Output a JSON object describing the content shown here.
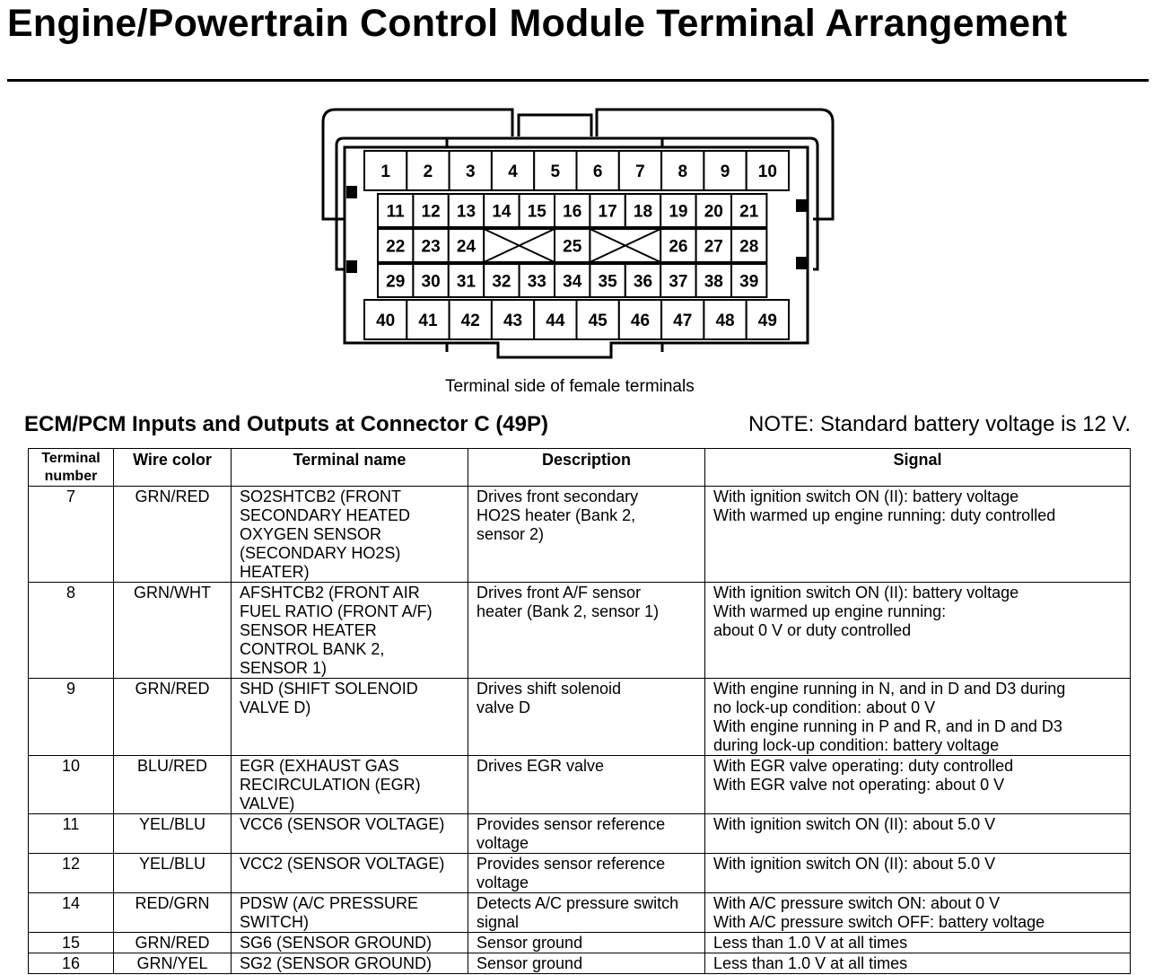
{
  "page": {
    "title": "Engine/Powertrain Control Module Terminal Arrangement",
    "diagram_caption": "Terminal side of female terminals",
    "section_title": "ECM/PCM Inputs and Outputs at Connector C (49P)",
    "note": "NOTE: Standard battery voltage is 12 V."
  },
  "connector": {
    "row1": [
      "1",
      "2",
      "3",
      "4",
      "5",
      "6",
      "7",
      "8",
      "9",
      "10"
    ],
    "row2": [
      "11",
      "12",
      "13",
      "14",
      "15",
      "16",
      "17",
      "18",
      "19",
      "20",
      "21"
    ],
    "row3": [
      "22",
      "23",
      "24",
      "",
      "25",
      "",
      "26",
      "27",
      "28"
    ],
    "row4": [
      "29",
      "30",
      "31",
      "32",
      "33",
      "34",
      "35",
      "36",
      "37",
      "38",
      "39"
    ],
    "row5": [
      "40",
      "41",
      "42",
      "43",
      "44",
      "45",
      "46",
      "47",
      "48",
      "49"
    ]
  },
  "table": {
    "headers": {
      "terminal_number": "Terminal\nnumber",
      "wire_color": "Wire color",
      "terminal_name": "Terminal name",
      "description": "Description",
      "signal": "Signal"
    },
    "rows": [
      {
        "terminal": "7",
        "wire": "GRN/RED",
        "name": "SO2SHTCB2 (FRONT\nSECONDARY HEATED\nOXYGEN SENSOR\n(SECONDARY HO2S)\nHEATER)",
        "description": "Drives front secondary\nHO2S heater (Bank 2,\nsensor 2)",
        "signal": "With ignition switch ON (II): battery voltage\nWith warmed up engine running: duty controlled"
      },
      {
        "terminal": "8",
        "wire": "GRN/WHT",
        "name": "AFSHTCB2 (FRONT AIR\nFUEL RATIO (FRONT A/F)\nSENSOR HEATER\nCONTROL BANK 2,\nSENSOR 1)",
        "description": "Drives front A/F sensor\nheater (Bank 2, sensor 1)",
        "signal": "With ignition switch ON (II): battery voltage\nWith warmed up engine running:\nabout 0 V or duty controlled"
      },
      {
        "terminal": "9",
        "wire": "GRN/RED",
        "name": "SHD (SHIFT SOLENOID\nVALVE D)",
        "description": "Drives shift solenoid\nvalve D",
        "signal": "With engine running in N, and in D and D3 during\nno lock-up condition: about 0 V\nWith engine running in P and R, and in D and D3\nduring lock-up condition: battery voltage"
      },
      {
        "terminal": "10",
        "wire": "BLU/RED",
        "name": "EGR (EXHAUST GAS\nRECIRCULATION (EGR)\nVALVE)",
        "description": "Drives EGR valve",
        "signal": "With EGR valve operating: duty controlled\nWith EGR valve not operating: about 0 V"
      },
      {
        "terminal": "11",
        "wire": "YEL/BLU",
        "name": "VCC6 (SENSOR VOLTAGE)",
        "description": "Provides sensor reference\nvoltage",
        "signal": "With ignition switch ON (II): about 5.0 V"
      },
      {
        "terminal": "12",
        "wire": "YEL/BLU",
        "name": "VCC2 (SENSOR VOLTAGE)",
        "description": "Provides sensor reference\nvoltage",
        "signal": "With ignition switch ON (II): about 5.0 V"
      },
      {
        "terminal": "14",
        "wire": "RED/GRN",
        "name": "PDSW (A/C PRESSURE\nSWITCH)",
        "description": "Detects A/C pressure switch\nsignal",
        "signal": "With A/C pressure switch ON: about 0 V\nWith A/C pressure switch OFF: battery voltage"
      },
      {
        "terminal": "15",
        "wire": "GRN/RED",
        "name": "SG6 (SENSOR GROUND)",
        "description": "Sensor ground",
        "signal": "Less than 1.0 V at all times"
      },
      {
        "terminal": "16",
        "wire": "GRN/YEL",
        "name": "SG2 (SENSOR GROUND)",
        "description": "Sensor ground",
        "signal": "Less than 1.0 V at all times"
      }
    ]
  }
}
